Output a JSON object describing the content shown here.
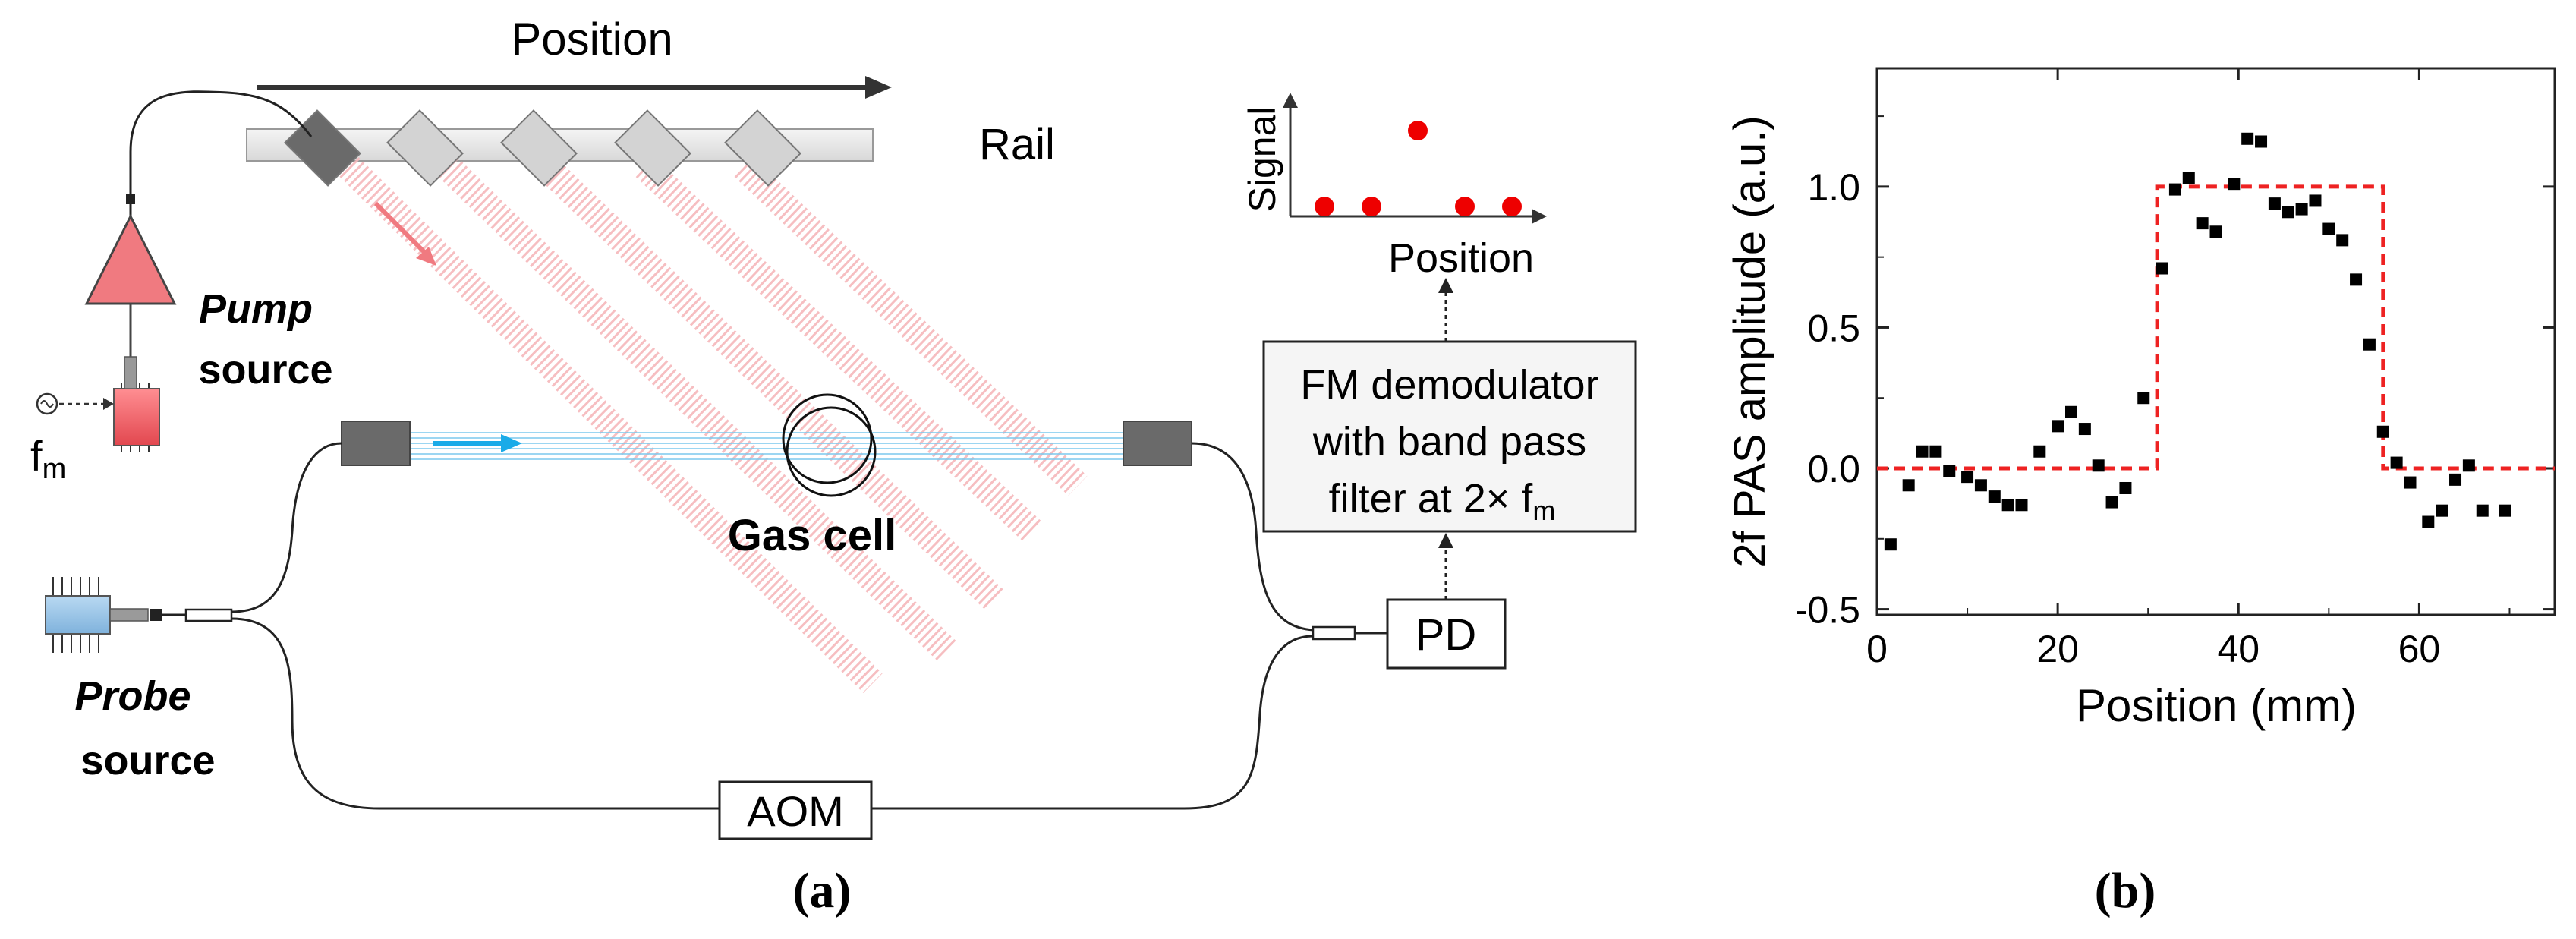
{
  "diagram": {
    "position_label": "Position",
    "rail_label": "Rail",
    "pump_word": "Pump",
    "source_word": "source",
    "probe_word": "Probe",
    "fm_main": "f",
    "fm_sub": "m",
    "gas_cell_label": "Gas cell",
    "aom_label": "AOM",
    "pd_label": "PD",
    "demod_line1": "FM demodulator",
    "demod_line2": "with band pass",
    "demod_line3": "filter at 2× f",
    "demod_sub": "m",
    "inset_ylabel": "Signal",
    "inset_xlabel": "Position",
    "panel_a_label": "(a)",
    "colors": {
      "pump": "#f07a80",
      "probe": "#1aabe8",
      "signal_dot": "#ee0000"
    }
  },
  "chart_data": {
    "type": "scatter",
    "panel_label": "(b)",
    "xlabel": "Position (mm)",
    "ylabel": "2f PAS amplitude (a.u.)",
    "xlim": [
      0,
      75
    ],
    "ylim": [
      -0.52,
      1.42
    ],
    "xticks": [
      0,
      20,
      40,
      60
    ],
    "yticks": [
      -0.5,
      0.0,
      0.5,
      1.0
    ],
    "ytick_labels": [
      "-0.5",
      "0.0",
      "0.5",
      "1.0"
    ],
    "series": [
      {
        "marker": "square",
        "color": "#000000",
        "x": [
          1.5,
          3.5,
          5,
          6.5,
          8,
          10,
          11.5,
          13,
          14.5,
          16,
          18,
          20,
          21.5,
          23,
          24.5,
          26,
          27.5,
          29.5,
          31.5,
          33,
          34.5,
          36,
          37.5,
          39.5,
          41,
          42.5,
          44,
          45.5,
          47,
          48.5,
          50,
          51.5,
          53,
          54.5,
          56,
          57.5,
          59,
          61,
          62.5,
          64,
          65.5,
          67,
          69.5
        ],
        "y": [
          -0.27,
          -0.06,
          0.06,
          0.06,
          -0.01,
          -0.03,
          -0.06,
          -0.1,
          -0.13,
          -0.13,
          0.06,
          0.15,
          0.2,
          0.14,
          0.01,
          -0.12,
          -0.07,
          0.25,
          0.71,
          0.99,
          1.03,
          0.87,
          0.84,
          1.01,
          1.17,
          1.16,
          0.94,
          0.91,
          0.92,
          0.95,
          0.85,
          0.81,
          0.67,
          0.44,
          0.13,
          0.02,
          -0.05,
          -0.19,
          -0.15,
          -0.04,
          0.01,
          -0.15,
          -0.15
        ]
      },
      {
        "line": "dashed",
        "color": "#ee2222",
        "x": [
          0,
          31,
          31,
          56,
          56,
          75
        ],
        "y": [
          0,
          0,
          1,
          1,
          0,
          0
        ]
      }
    ]
  }
}
